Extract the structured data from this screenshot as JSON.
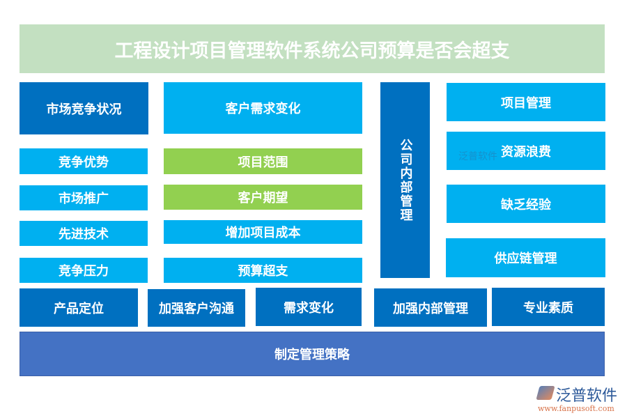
{
  "title": "工程设计项目管理软件系统公司预算是否会超支",
  "left": {
    "header": "市场竞争状况",
    "items": [
      "竞争优势",
      "市场推广",
      "先进技术",
      "竞争压力"
    ]
  },
  "middle": {
    "header": "客户需求变化",
    "items": [
      "项目范围",
      "客户期望",
      "增加项目成本",
      "预算超支"
    ]
  },
  "vertical": "公司内部管理",
  "right": {
    "items": [
      "项目管理",
      "资源浪费",
      "缺乏经验",
      "供应链管理"
    ]
  },
  "bottom": [
    "产品定位",
    "加强客户沟通",
    "需求变化",
    "加强内部管理",
    "专业素质"
  ],
  "strategy": "制定管理策略",
  "watermark": "泛普软件",
  "logo": {
    "name": "泛普软件",
    "url": "www.fanpusoft.com"
  },
  "colors": {
    "dark_blue": "#0070c0",
    "light_blue": "#00b0f0",
    "green": "#92d050",
    "strategy": "#4472c4",
    "title_bg": "#c3e0c1"
  }
}
